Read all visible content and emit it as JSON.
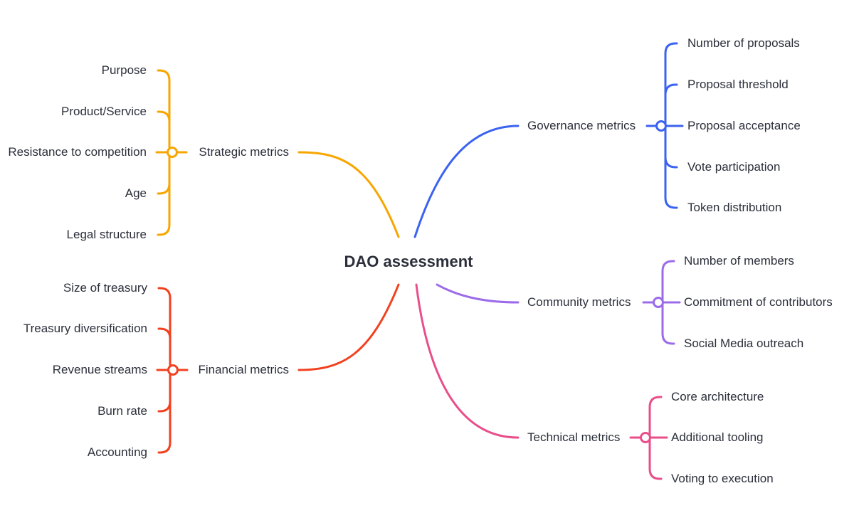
{
  "root": {
    "title": "DAO assessment"
  },
  "branches": [
    {
      "id": "strategic",
      "label": "Strategic metrics",
      "color": "#F7A600",
      "children": [
        "Purpose",
        "Product/Service",
        "Resistance to competition",
        "Age",
        "Legal structure"
      ]
    },
    {
      "id": "financial",
      "label": "Financial metrics",
      "color": "#F2411F",
      "children": [
        "Size of treasury",
        "Treasury diversification",
        "Revenue streams",
        "Burn rate",
        "Accounting"
      ]
    },
    {
      "id": "governance",
      "label": "Governance metrics",
      "color": "#3B63F0",
      "children": [
        "Number of proposals",
        "Proposal threshold",
        "Proposal acceptance",
        "Vote participation",
        "Token distribution"
      ]
    },
    {
      "id": "community",
      "label": "Community metrics",
      "color": "#9B6BEA",
      "children": [
        "Number of members",
        "Commitment of contributors",
        "Social Media outreach"
      ]
    },
    {
      "id": "technical",
      "label": "Technical metrics",
      "color": "#E94E8A",
      "children": [
        "Core architecture",
        "Additional tooling",
        "Voting to execution"
      ]
    }
  ]
}
